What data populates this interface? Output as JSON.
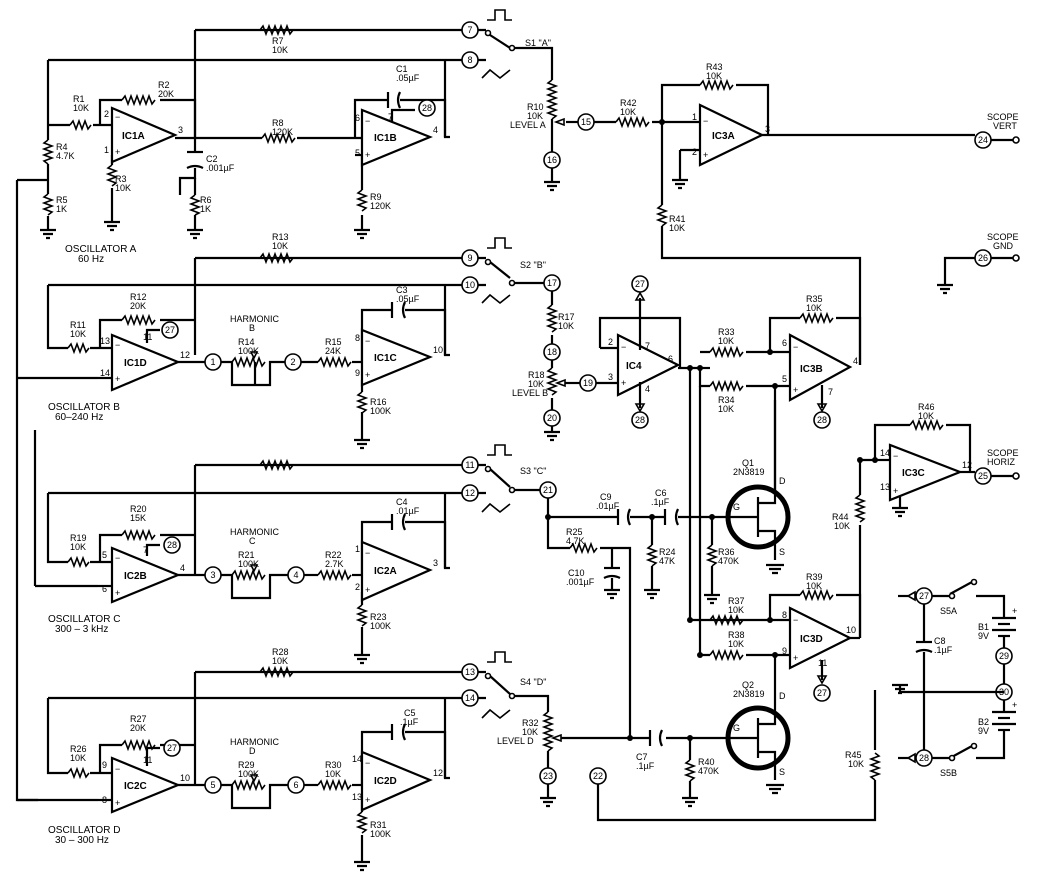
{
  "opamps": {
    "IC1A": "IC1A",
    "IC1B": "IC1B",
    "IC1C": "IC1C",
    "IC1D": "IC1D",
    "IC2A": "IC2A",
    "IC2B": "IC2B",
    "IC2C": "IC2C",
    "IC2D": "IC2D",
    "IC3A": "IC3A",
    "IC3B": "IC3B",
    "IC3C": "IC3C",
    "IC3D": "IC3D",
    "IC4": "IC4"
  },
  "oscillators": {
    "a_name": "OSCILLATOR A",
    "a_freq": "60 Hz",
    "b_name": "OSCILLATOR B",
    "b_freq": "60–240 Hz",
    "c_name": "OSCILLATOR C",
    "c_freq": "300 – 3 kHz",
    "d_name": "OSCILLATOR D",
    "d_freq": "30 – 300 Hz"
  },
  "harmonics": {
    "b": [
      "HARMONIC",
      "B"
    ],
    "c": [
      "HARMONIC",
      "C"
    ],
    "d": [
      "HARMONIC",
      "D"
    ]
  },
  "switches": {
    "s1": "S1 \"A\"",
    "s2": "S2 \"B\"",
    "s3": "S3 \"C\"",
    "s4": "S4 \"D\"",
    "s5a": "S5A",
    "s5b": "S5B"
  },
  "levels": {
    "a": "LEVEL A",
    "b": "LEVEL B",
    "d": "LEVEL D"
  },
  "outputs": {
    "vert": [
      "SCOPE",
      "VERT"
    ],
    "gnd": [
      "SCOPE",
      "GND"
    ],
    "horiz": [
      "SCOPE",
      "HORIZ"
    ]
  },
  "components": {
    "R1": [
      "R1",
      "10K"
    ],
    "R2": [
      "R2",
      "20K"
    ],
    "R3": [
      "R3",
      "10K"
    ],
    "R4": [
      "R4",
      "4.7K"
    ],
    "R5": [
      "R5",
      "1K"
    ],
    "R6": [
      "R6",
      "1K"
    ],
    "R7": [
      "R7",
      "10K"
    ],
    "R8": [
      "R8",
      "120K"
    ],
    "R9": [
      "R9",
      "120K"
    ],
    "R10": [
      "R10",
      "10K"
    ],
    "R11": [
      "R11",
      "10K"
    ],
    "R12": [
      "R12",
      "20K"
    ],
    "R13": [
      "R13",
      "10K"
    ],
    "R14": [
      "R14",
      "100K"
    ],
    "R15": [
      "R15",
      "24K"
    ],
    "R16": [
      "R16",
      "100K"
    ],
    "R17": [
      "R17",
      "10K"
    ],
    "R18": [
      "R18",
      "10K"
    ],
    "R19": [
      "R19",
      "10K"
    ],
    "R20": [
      "R20",
      "15K"
    ],
    "R21": [
      "R21",
      "100K"
    ],
    "R22": [
      "R22",
      "2.7K"
    ],
    "R23": [
      "R23",
      "100K"
    ],
    "R24": [
      "R24",
      "47K"
    ],
    "R25": [
      "R25",
      "4.7K"
    ],
    "R26": [
      "R26",
      "10K"
    ],
    "R27": [
      "R27",
      "20K"
    ],
    "R28": [
      "R28",
      "10K"
    ],
    "R29": [
      "R29",
      "100K"
    ],
    "R30": [
      "R30",
      "10K"
    ],
    "R31": [
      "R31",
      "100K"
    ],
    "R32": [
      "R32",
      "10K"
    ],
    "R33": [
      "R33",
      "10K"
    ],
    "R34": [
      "R34",
      "10K"
    ],
    "R35": [
      "R35",
      "10K"
    ],
    "R36": [
      "R36",
      "470K"
    ],
    "R37": [
      "R37",
      "10K"
    ],
    "R38": [
      "R38",
      "10K"
    ],
    "R39": [
      "R39",
      "10K"
    ],
    "R40": [
      "R40",
      "470K"
    ],
    "R41": [
      "R41",
      "10K"
    ],
    "R42": [
      "R42",
      "10K"
    ],
    "R43": [
      "R43",
      "10K"
    ],
    "R44": [
      "R44",
      "10K"
    ],
    "R45": [
      "R45",
      "10K"
    ],
    "R46": [
      "R46",
      "10K"
    ],
    "C1": [
      "C1",
      ".05µF"
    ],
    "C2": [
      "C2",
      ".001µF"
    ],
    "C3": [
      "C3",
      ".05µF"
    ],
    "C4": [
      "C4",
      ".01µF"
    ],
    "C5": [
      "C5",
      ".1µF"
    ],
    "C6": [
      "C6",
      ".1µF"
    ],
    "C7": [
      "C7",
      ".1µF"
    ],
    "C8": [
      "C8",
      ".1µF"
    ],
    "C9": [
      "C9",
      ".01µF"
    ],
    "C10": [
      "C10",
      ".001µF"
    ],
    "Q1": [
      "Q1",
      "2N3819"
    ],
    "Q2": [
      "Q2",
      "2N3819"
    ],
    "B1": [
      "B1",
      "9V"
    ],
    "B2": [
      "B2",
      "9V"
    ]
  },
  "nodes": {
    "n1": "1",
    "n2": "2",
    "n3": "3",
    "n4": "4",
    "n5": "5",
    "n6": "6",
    "n7": "7",
    "n8": "8",
    "n9": "9",
    "n10": "10",
    "n11": "11",
    "n12": "12",
    "n13": "13",
    "n14": "14",
    "n15": "15",
    "n16": "16",
    "n17": "17",
    "n18": "18",
    "n19": "19",
    "n20": "20",
    "n21": "21",
    "n22": "22",
    "n23": "23",
    "n24": "24",
    "n25": "25",
    "n26": "26",
    "n27": "27",
    "n28": "28",
    "n29": "29",
    "n30": "30"
  },
  "pins": {
    "g": "G",
    "d": "D",
    "s": "S"
  }
}
